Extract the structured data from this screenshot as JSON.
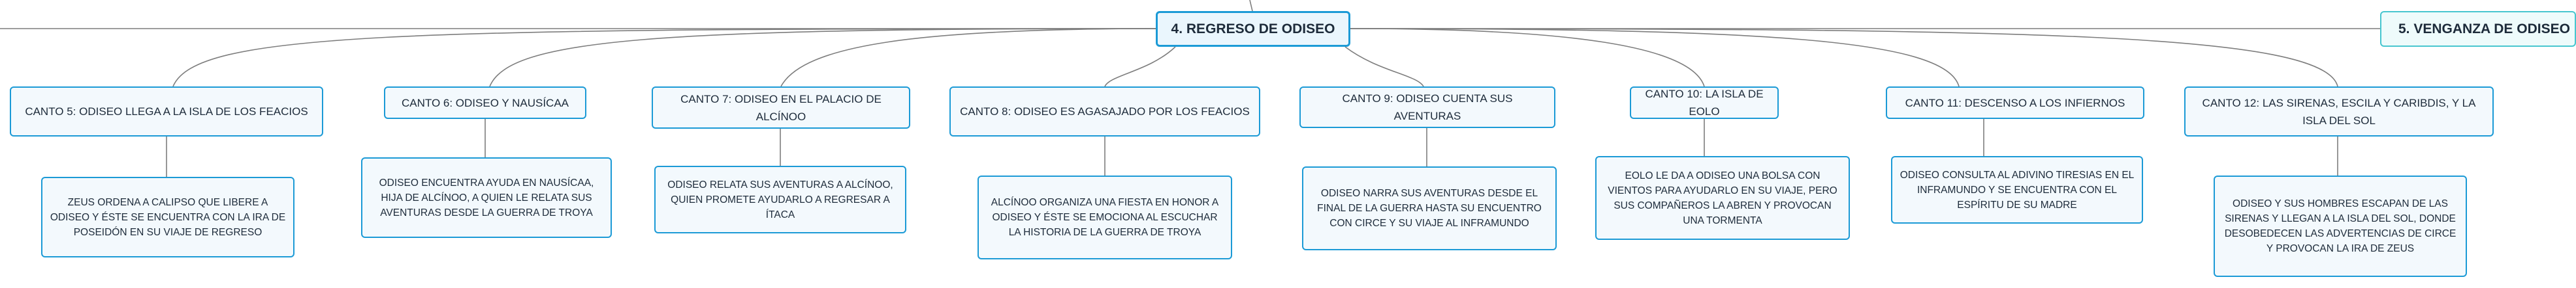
{
  "central_topic": "4. REGRESO DE ODISEO",
  "next_topic": "5. VENGANZA DE ODISEO",
  "colors": {
    "border": "#1b9ad6",
    "next_border": "#47c6cf",
    "connector": "#7d7d7d",
    "fill": "#f3f9fd"
  },
  "cantos": [
    {
      "title": "CANTO 5: ODISEO LLEGA A LA ISLA DE LOS FEACIOS",
      "summary": "ZEUS ORDENA A CALIPSO QUE LIBERE A ODISEO Y ÉSTE SE ENCUENTRA CON LA IRA DE POSEIDÓN EN SU VIAJE DE REGRESO"
    },
    {
      "title": "CANTO 6: ODISEO Y NAUSÍCAA",
      "summary": "ODISEO ENCUENTRA AYUDA EN NAUSÍCAA, HIJA DE ALCÍNOO, A QUIEN LE RELATA SUS AVENTURAS DESDE LA GUERRA DE TROYA"
    },
    {
      "title": "CANTO 7: ODISEO EN EL PALACIO DE ALCÍNOO",
      "summary": "ODISEO RELATA SUS AVENTURAS A ALCÍNOO, QUIEN PROMETE AYUDARLO A REGRESAR A ÍTACA"
    },
    {
      "title": "CANTO 8: ODISEO ES AGASAJADO POR LOS FEACIOS",
      "summary": "ALCÍNOO ORGANIZA UNA FIESTA EN HONOR A ODISEO Y ÉSTE SE EMOCIONA AL ESCUCHAR LA HISTORIA DE LA GUERRA DE TROYA"
    },
    {
      "title": "CANTO 9: ODISEO CUENTA SUS AVENTURAS",
      "summary": "ODISEO NARRA SUS AVENTURAS DESDE EL FINAL DE LA GUERRA HASTA SU ENCUENTRO CON CIRCE Y SU VIAJE AL INFRAMUNDO"
    },
    {
      "title": "CANTO 10: LA ISLA DE EOLO",
      "summary": "EOLO LE DA A ODISEO UNA BOLSA CON VIENTOS PARA AYUDARLO EN SU VIAJE, PERO SUS COMPAÑEROS LA ABREN Y PROVOCAN UNA TORMENTA"
    },
    {
      "title": "CANTO 11: DESCENSO A LOS INFIERNOS",
      "summary": "ODISEO CONSULTA AL ADIVINO TIRESIAS EN EL INFRAMUNDO Y SE ENCUENTRA CON EL ESPÍRITU DE SU MADRE"
    },
    {
      "title": "CANTO 12: LAS SIRENAS, ESCILA Y CARIBDIS, Y LA ISLA DEL SOL",
      "summary": "ODISEO Y SUS HOMBRES ESCAPAN DE LAS SIRENAS Y LLEGAN A LA ISLA DEL SOL, DONDE DESOBEDECEN LAS ADVERTENCIAS DE CIRCE Y PROVOCAN LA IRA DE ZEUS"
    }
  ]
}
